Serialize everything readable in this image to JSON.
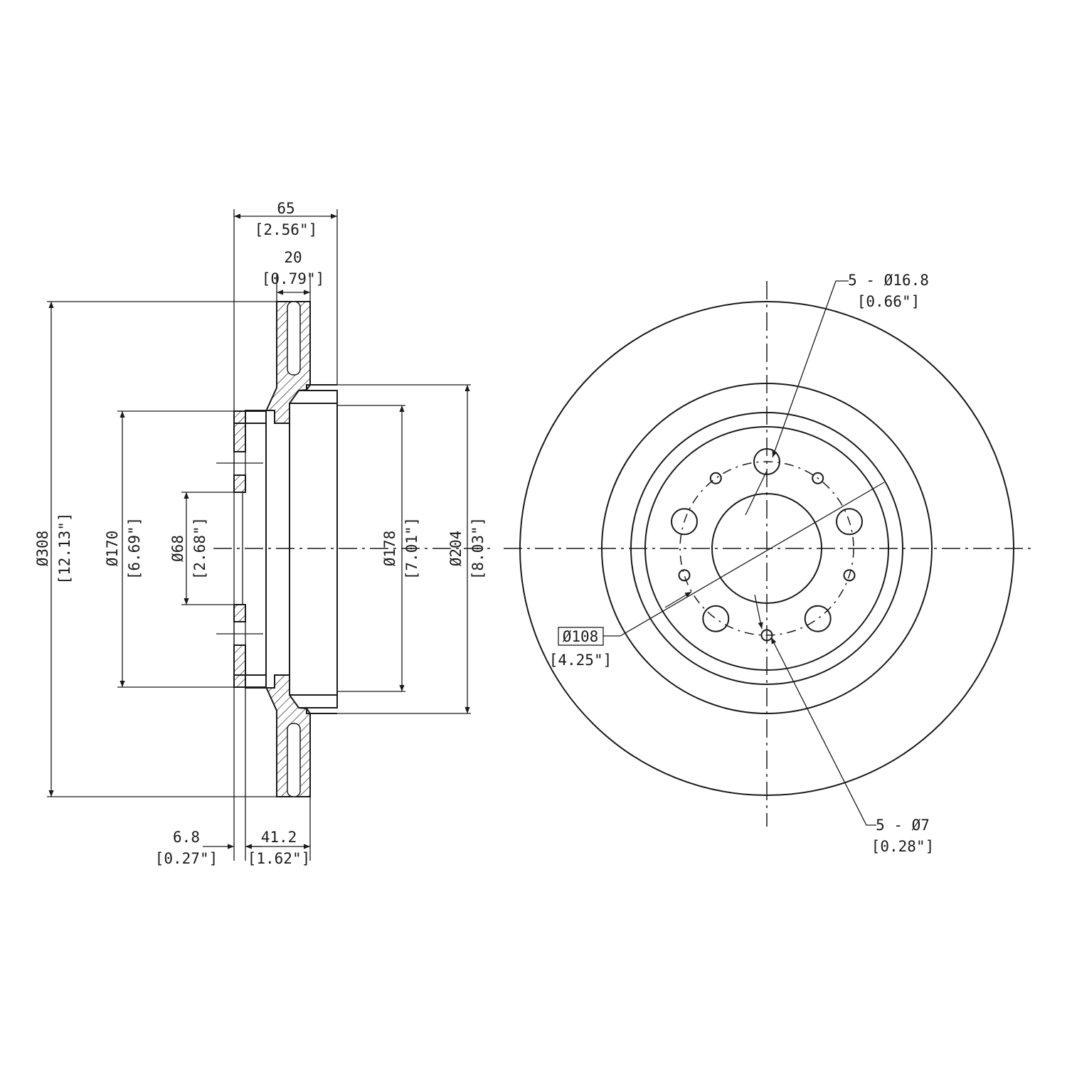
{
  "colors": {
    "ink": "#1a1a1a",
    "paper": "#ffffff"
  },
  "dimensions": {
    "overall_width": {
      "mm": "65",
      "inch": "[2.56\"]"
    },
    "rotor_thickness": {
      "mm": "20",
      "inch": "[0.79\"]"
    },
    "outer_diameter": {
      "mm": "Ø308",
      "inch": "[12.13\"]"
    },
    "hat_diameter": {
      "mm": "Ø170",
      "inch": "[6.69\"]"
    },
    "center_bore": {
      "mm": "Ø68",
      "inch": "[2.68\"]"
    },
    "inner_diameter": {
      "mm": "Ø178",
      "inch": "[7.01\"]"
    },
    "hub_diameter": {
      "mm": "Ø204",
      "inch": "[8.03\"]"
    },
    "hat_thickness": {
      "mm": "6.8",
      "inch": "[0.27\"]"
    },
    "hat_height": {
      "mm": "41.2",
      "inch": "[1.62\"]"
    },
    "lug_holes": {
      "mm": "5 - Ø16.8",
      "inch": "[0.66\"]"
    },
    "bolt_circle": {
      "mm": "Ø108",
      "inch": "[4.25\"]"
    },
    "small_holes": {
      "mm": "5 - Ø7",
      "inch": "[0.28\"]"
    }
  }
}
